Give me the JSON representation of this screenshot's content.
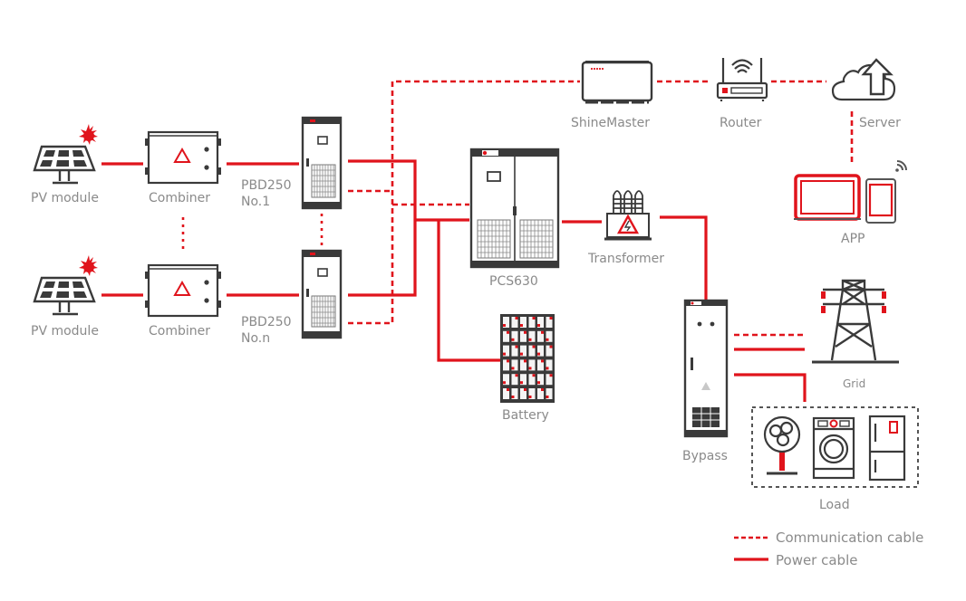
{
  "diagram": {
    "title": "PV + ESS system topology",
    "colors": {
      "power_cable": "#e0141c",
      "communication_cable": "#e0141c",
      "device_outline": "#3a3a3a",
      "label_text": "#8a8a8a"
    },
    "nodes": {
      "pv_module_1": {
        "label": "PV module",
        "icon": "solar-panel-icon"
      },
      "pv_module_n": {
        "label": "PV module",
        "icon": "solar-panel-icon"
      },
      "combiner_1": {
        "label": "Combiner",
        "icon": "combiner-box-icon"
      },
      "combiner_n": {
        "label": "Combiner",
        "icon": "combiner-box-icon"
      },
      "pbd_1": {
        "label_line1": "PBD250",
        "label_line2": "No.1",
        "icon": "cabinet-icon"
      },
      "pbd_n": {
        "label_line1": "PBD250",
        "label_line2": "No.n",
        "icon": "cabinet-icon"
      },
      "pcs": {
        "label": "PCS630",
        "icon": "double-cabinet-icon"
      },
      "battery": {
        "label": "Battery",
        "icon": "battery-rack-icon"
      },
      "transformer": {
        "label": "Transformer",
        "icon": "transformer-icon"
      },
      "bypass": {
        "label": "Bypass",
        "icon": "bypass-cabinet-icon"
      },
      "grid": {
        "label": "Grid",
        "icon": "transmission-tower-icon"
      },
      "load": {
        "label": "Load",
        "icon": "appliances-icon",
        "items": [
          "fan-icon",
          "washing-machine-icon",
          "refrigerator-icon"
        ]
      },
      "shinemaster": {
        "label": "ShineMaster",
        "icon": "datalogger-icon"
      },
      "router": {
        "label": "Router",
        "icon": "router-icon"
      },
      "server": {
        "label": "Server",
        "icon": "cloud-upload-icon"
      },
      "app": {
        "label": "APP",
        "icon": "tablet-phone-icon"
      }
    },
    "edges": [
      {
        "from": "pv_module_1",
        "to": "combiner_1",
        "type": "power"
      },
      {
        "from": "pv_module_n",
        "to": "combiner_n",
        "type": "power"
      },
      {
        "from": "combiner_1",
        "to": "pbd_1",
        "type": "power"
      },
      {
        "from": "combiner_n",
        "to": "pbd_n",
        "type": "power"
      },
      {
        "from": "pbd_1",
        "to": "pcs",
        "type": "power"
      },
      {
        "from": "pbd_n",
        "to": "pcs",
        "type": "power"
      },
      {
        "from": "pbd_1",
        "to": "battery",
        "type": "power"
      },
      {
        "from": "pcs",
        "to": "transformer",
        "type": "power"
      },
      {
        "from": "transformer",
        "to": "bypass",
        "type": "power"
      },
      {
        "from": "bypass",
        "to": "grid",
        "type": "power"
      },
      {
        "from": "bypass",
        "to": "load",
        "type": "power"
      },
      {
        "from": "bypass",
        "to": "grid",
        "type": "communication"
      },
      {
        "from": "pbd_1",
        "to": "shinemaster",
        "type": "communication"
      },
      {
        "from": "pbd_n",
        "to": "shinemaster",
        "type": "communication"
      },
      {
        "from": "pcs",
        "to": "shinemaster",
        "type": "communication"
      },
      {
        "from": "shinemaster",
        "to": "router",
        "type": "communication"
      },
      {
        "from": "router",
        "to": "server",
        "type": "communication"
      },
      {
        "from": "server",
        "to": "app",
        "type": "communication"
      }
    ],
    "legend": {
      "communication": "Communication cable",
      "power": "Power cable"
    }
  }
}
